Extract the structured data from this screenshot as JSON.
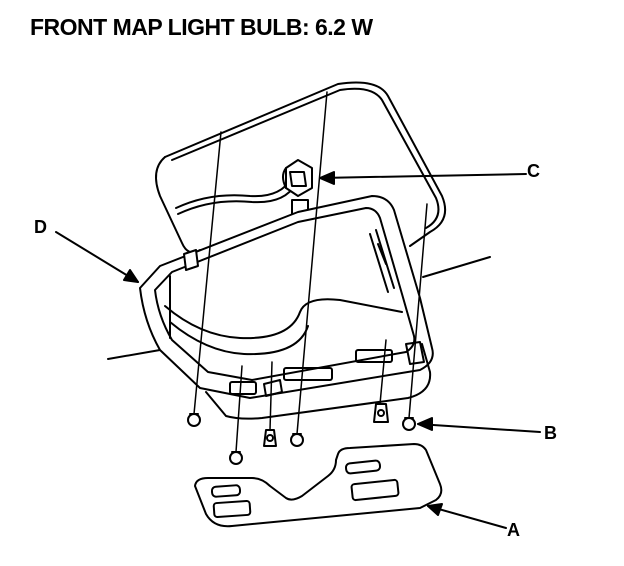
{
  "title": "FRONT MAP LIGHT BULB: 6.2 W",
  "callouts": {
    "a": "A",
    "b": "B",
    "c": "C",
    "d": "D"
  }
}
